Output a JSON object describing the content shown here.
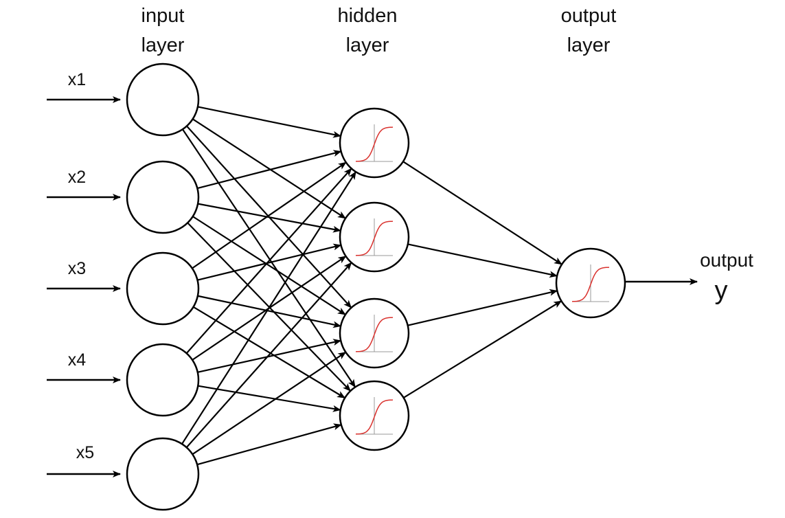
{
  "layers": [
    {
      "title_line1": "input",
      "title_line2": "layer",
      "nodes": 5
    },
    {
      "title_line1": "hidden",
      "title_line2": "layer",
      "nodes": 4,
      "activation": "sigmoid"
    },
    {
      "title_line1": "output",
      "title_line2": "layer",
      "nodes": 1,
      "activation": "sigmoid"
    }
  ],
  "inputs": [
    "x1",
    "x2",
    "x3",
    "x4",
    "x5"
  ],
  "output": {
    "label": "output",
    "symbol": "y"
  },
  "colors": {
    "stroke": "#000000",
    "activation_curve": "#d9302c",
    "activation_axes": "#999999"
  }
}
